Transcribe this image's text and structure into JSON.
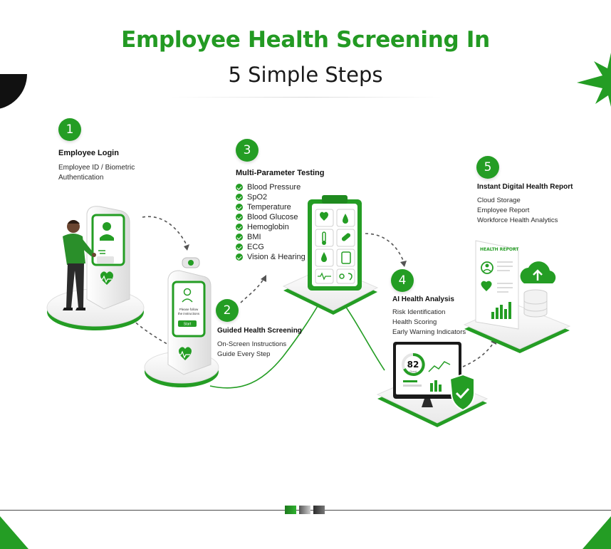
{
  "title": {
    "main": "Employee Health Screening In",
    "sub": "5 Simple Steps"
  },
  "colors": {
    "brand_green": "#249d24",
    "dark": "#111111"
  },
  "steps": [
    {
      "number": "1",
      "title": "Employee Login",
      "lines": [
        "Employee ID / Biometric",
        "Authentication"
      ],
      "icon": "biometric-kiosk-icon"
    },
    {
      "number": "2",
      "title": "Guided Health Screening",
      "lines": [
        "On-Screen Instructions",
        "Guide Every Step"
      ],
      "icon": "guided-kiosk-icon",
      "screen_text": [
        "Please follow",
        "the instructions"
      ],
      "screen_button": "Start"
    },
    {
      "number": "3",
      "title": "Multi-Parameter Testing",
      "items": [
        "Blood Pressure",
        "SpO2",
        "Temperature",
        "Blood Glucose",
        "Hemoglobin",
        "BMI",
        "ECG",
        "Vision & Hearing"
      ],
      "icon": "clipboard-tests-icon"
    },
    {
      "number": "4",
      "title": "AI Health Analysis",
      "lines": [
        "Risk Identification",
        "Health Scoring",
        "Early Warning Indicators"
      ],
      "icon": "analysis-monitor-icon",
      "score": "82",
      "score_label": "Good"
    },
    {
      "number": "5",
      "title": "Instant Digital Health Report",
      "lines": [
        "Cloud Storage",
        "Employee Report",
        "Workforce Health Analytics"
      ],
      "icon": "health-report-cloud-icon",
      "report_heading": "HEALTH REPORT"
    }
  ]
}
